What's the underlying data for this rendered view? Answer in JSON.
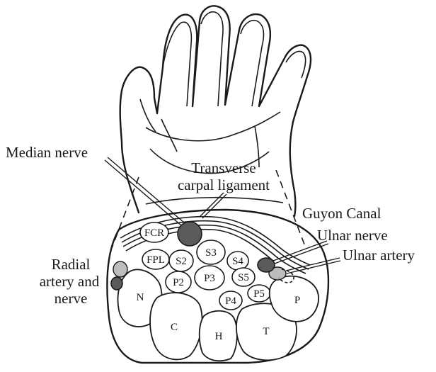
{
  "labels": {
    "median_nerve": "Median nerve",
    "transverse_1": "Transverse",
    "transverse_2": "carpal ligament",
    "guyon": "Guyon Canal",
    "ulnar_nerve": "Ulnar nerve",
    "ulnar_artery": "Ulnar artery",
    "radial_1": "Radial",
    "radial_2": "artery and",
    "radial_3": "nerve"
  },
  "structures": {
    "fcr": "FCR",
    "fpl": "FPL",
    "s2": "S2",
    "s3": "S3",
    "s4": "S4",
    "s5": "S5",
    "p2": "P2",
    "p3": "P3",
    "p4": "P4",
    "p5": "P5",
    "n": "N",
    "c": "C",
    "h": "H",
    "t": "T",
    "p": "P"
  },
  "colors": {
    "ink": "#1a1a1a",
    "nerve_fill": "#5a5a5a",
    "artery_fill": "#bdbdbd"
  }
}
